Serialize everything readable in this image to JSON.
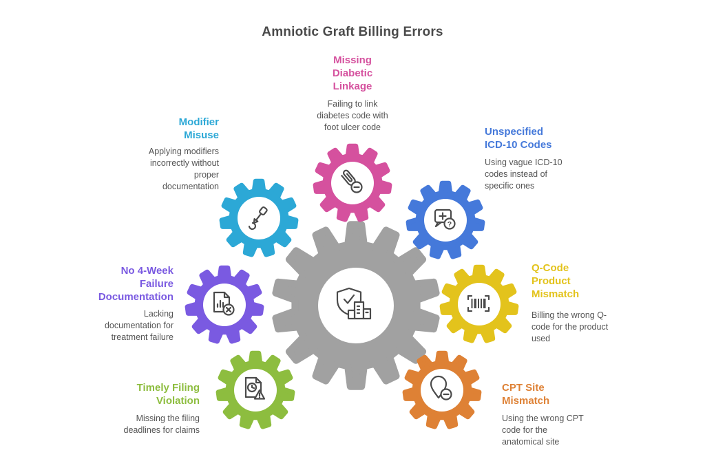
{
  "title": "Amniotic Graft Billing Errors",
  "colors": {
    "heading_text": "#4a4a4a",
    "body_text": "#555555",
    "background": "#ffffff"
  },
  "center": {
    "color": "#a1a1a1",
    "icon": "shield-check-building"
  },
  "items": [
    {
      "id": "missing-diabetic-linkage",
      "title": "Missing\nDiabetic\nLinkage",
      "description": "Failing to link\ndiabetes code with\nfoot ulcer code",
      "color": "#d5519e",
      "icon": "paperclip-minus"
    },
    {
      "id": "modifier-misuse",
      "title": "Modifier\nMisuse",
      "description": "Applying modifiers\nincorrectly without\nproper\ndocumentation",
      "color": "#2ca8d6",
      "icon": "screw-tool"
    },
    {
      "id": "unspecified-icd-10-codes",
      "title": "Unspecified\nICD-10 Codes",
      "description": "Using vague ICD-10\ncodes instead of\nspecific ones",
      "color": "#4579da",
      "icon": "medical-chat-question"
    },
    {
      "id": "no-4-week-failure-documentation",
      "title": "No 4-Week\nFailure\nDocumentation",
      "description": "Lacking\ndocumentation for\ntreatment failure",
      "color": "#7a5ae1",
      "icon": "report-document-x"
    },
    {
      "id": "q-code-product-mismatch",
      "title": "Q-Code\nProduct\nMismatch",
      "description": "Billing the wrong Q-\ncode for the product\nused",
      "color": "#e3c31c",
      "icon": "barcode-scan"
    },
    {
      "id": "timely-filing-violation",
      "title": "Timely Filing\nViolation",
      "description": "Missing the filing\ndeadlines for claims",
      "color": "#8dbd3f",
      "icon": "document-clock-warning"
    },
    {
      "id": "cpt-site-mismatch",
      "title": "CPT Site\nMismatch",
      "description": "Using the wrong CPT\ncode for the\nanatomical site",
      "color": "#de8135",
      "icon": "location-pin-minus"
    }
  ]
}
